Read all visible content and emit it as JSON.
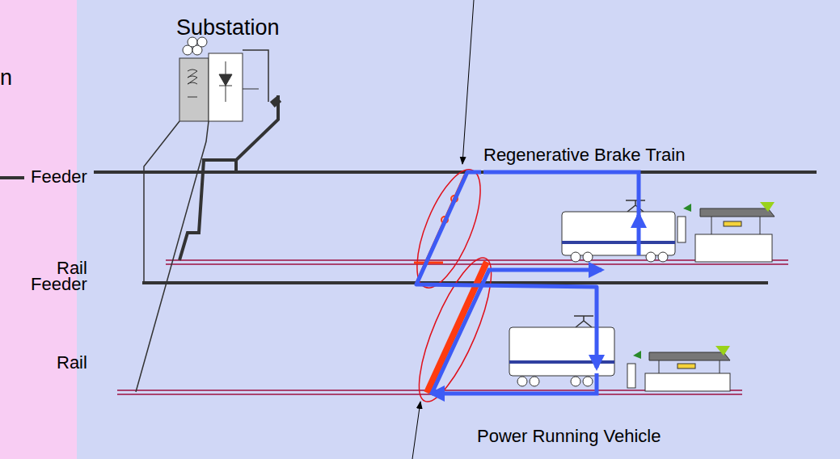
{
  "diagram": {
    "nodes": [
      {
        "text": [
          "Substation"
        ]
      },
      {
        "text": [
          "Regenerative Brake Train"
        ]
      },
      {
        "text": [
          "Power Running Vehicle"
        ]
      }
    ],
    "edges": [
      {
        "from": 1,
        "to": 2,
        "arrow": "to"
      }
    ],
    "labels": [
      "n",
      "Feeder",
      "Rail",
      "Feeder",
      "Rail"
    ]
  }
}
